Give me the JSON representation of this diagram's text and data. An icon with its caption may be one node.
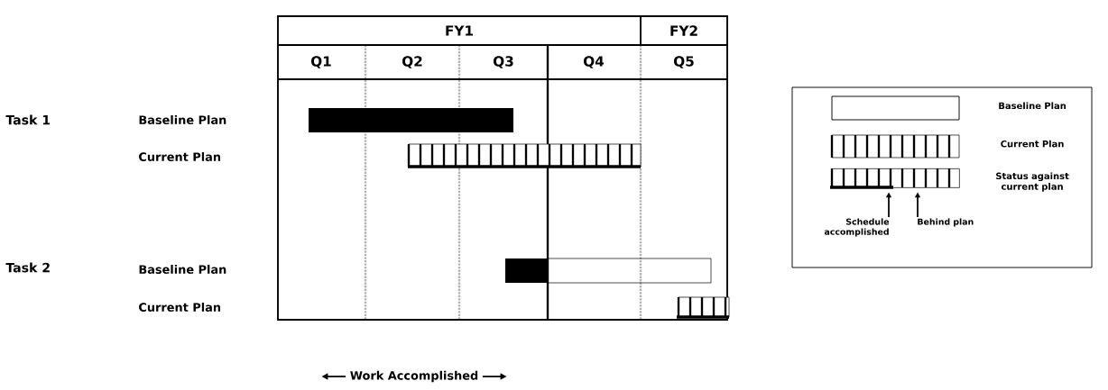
{
  "diagram": {
    "nodes": [
      {
        "text": [
          "Schedule accomplished"
        ]
      },
      {
        "text": [
          "Behind plan"
        ]
      },
      {
        "text": [],
        "shape": "bar"
      }
    ],
    "edges": [
      {
        "from": 0,
        "to": 2,
        "arrow": "to"
      },
      {
        "from": 1,
        "to": 2,
        "arrow": "to"
      }
    ],
    "labels": [
      "FY1",
      "FY2",
      "Q1",
      "Q2",
      "Q3",
      "Q4",
      "Q5",
      "Task 1",
      "Baseline Plan",
      "Current Plan",
      "Task 2",
      "Baseline Plan",
      "Current Plan",
      "Work Accomplished",
      "Status against current plan"
    ],
    "legend": [
      {
        "text": "Baseline Plan"
      },
      {
        "text": "Current Plan"
      }
    ]
  }
}
